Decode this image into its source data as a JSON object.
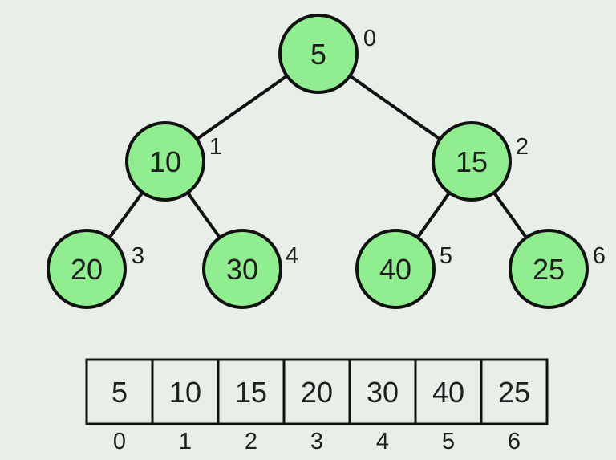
{
  "colors": {
    "bg": "#E8EFE9",
    "node_fill": "#90EE90",
    "stroke": "#111111",
    "text": "#1F1F1F"
  },
  "tree": {
    "kind": "binary-heap",
    "nodes": [
      {
        "value": "5",
        "index": "0"
      },
      {
        "value": "10",
        "index": "1"
      },
      {
        "value": "15",
        "index": "2"
      },
      {
        "value": "20",
        "index": "3"
      },
      {
        "value": "30",
        "index": "4"
      },
      {
        "value": "40",
        "index": "5"
      },
      {
        "value": "25",
        "index": "6"
      }
    ],
    "edges": [
      [
        "0",
        "1"
      ],
      [
        "0",
        "2"
      ],
      [
        "1",
        "3"
      ],
      [
        "1",
        "4"
      ],
      [
        "2",
        "5"
      ],
      [
        "2",
        "6"
      ]
    ]
  },
  "array": {
    "values": [
      "5",
      "10",
      "15",
      "20",
      "30",
      "40",
      "25"
    ],
    "indices": [
      "0",
      "1",
      "2",
      "3",
      "4",
      "5",
      "6"
    ]
  }
}
